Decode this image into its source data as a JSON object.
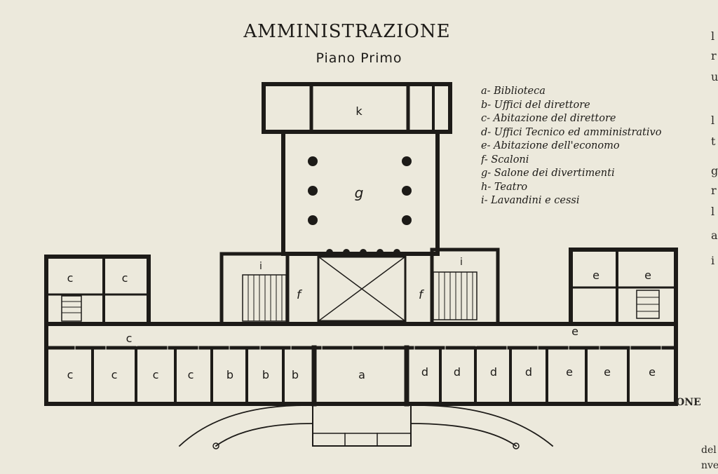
{
  "plan": {
    "title": "AMMINISTRAZIONE",
    "subtitle": "Piano Primo",
    "legend": [
      "a- Biblioteca",
      "b- Uffici del direttore",
      "c- Abitazione del direttore",
      "d- Uffici Tecnico ed amministrativo",
      "e- Abitazione dell'economo",
      "f- Scaloni",
      "g- Salone dei divertimenti",
      "h- Teatro",
      "i- Lavandini e cessi"
    ],
    "room_labels": {
      "k": "k",
      "g": "g",
      "i_left": "i",
      "i_right": "i",
      "f_left": "f",
      "f_right": "f",
      "c_nw1": "c",
      "c_nw2": "c",
      "c_corridor": "c",
      "e_ne1": "e",
      "e_ne2": "e",
      "e_corridor": "e",
      "front": [
        "c",
        "c",
        "c",
        "c",
        "b",
        "b",
        "b",
        "a",
        "d",
        "d",
        "d",
        "d",
        "e",
        "e",
        "e"
      ]
    }
  },
  "page_edge": {
    "right_letters": [
      "l",
      "r",
      "u",
      "l",
      "t",
      "g",
      "r",
      "l",
      "a",
      "i"
    ],
    "footer_right": [
      "del sti",
      "nvece di"
    ],
    "bottom_word": "ONE"
  },
  "colors": {
    "paper": "#ece9dc",
    "ink": "#1d1b18"
  }
}
